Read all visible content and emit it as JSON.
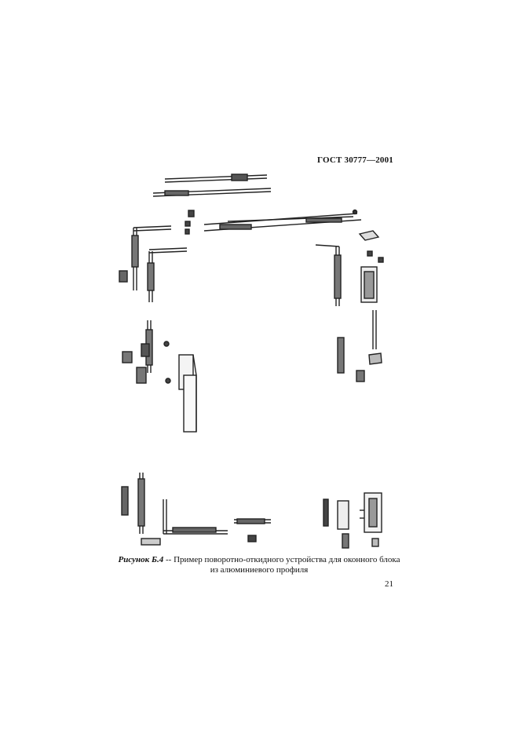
{
  "header": {
    "standard": "ГОСТ 30777—2001"
  },
  "caption": {
    "label": "Рисунок Б.4",
    "separator": " -- ",
    "line1": "Пример поворотно-откидного устройства для оконного блока",
    "line2": "из алюминиевого профиля"
  },
  "footer": {
    "page_number": "21"
  }
}
